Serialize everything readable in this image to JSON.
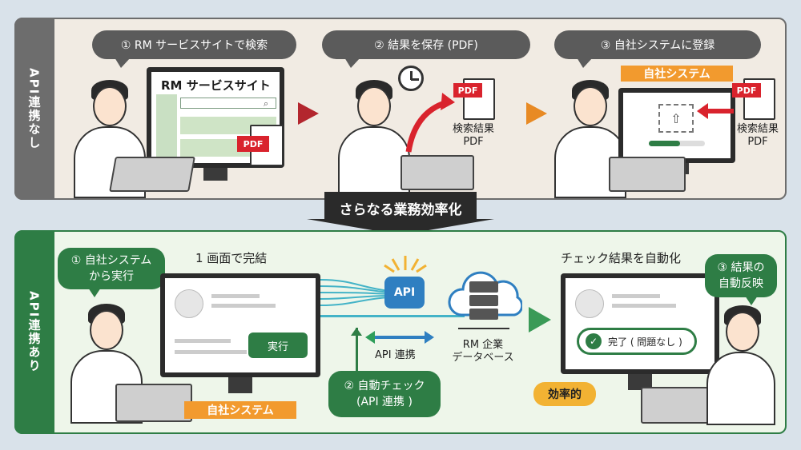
{
  "top": {
    "side_label": "API連携なし",
    "step1": "① RM サービスサイトで検索",
    "step2": "② 結果を保存 (PDF)",
    "step3": "③ 自社システムに登録",
    "site_title": "RM サービスサイト",
    "pdf_tag": "PDF",
    "saved_label_line1": "検索結果",
    "saved_label_line2": "PDF",
    "own_system_label": "自社システム",
    "file_label_line1": "検索結果",
    "file_label_line2": "PDF"
  },
  "banner": {
    "text": "さらなる業務効率化"
  },
  "bottom": {
    "side_label": "API連携あり",
    "bubble1_line1": "① 自社システム",
    "bubble1_line2": "から実行",
    "one_screen_title": "1 画面で完結",
    "execute_button": "実行",
    "own_system_label": "自社システム",
    "api_label": "API",
    "api_link_label": "API 連携",
    "db_label_line1": "RM 企業",
    "db_label_line2": "データベース",
    "auto_check_line1": "② 自動チェック",
    "auto_check_line2": "(API 連携 )",
    "auto_title": "チェック結果を自動化",
    "bubble3_line1": "③ 結果の",
    "bubble3_line2": "自動反映",
    "complete_text": "完了 ( 問題なし )",
    "efficient_label": "効率的"
  },
  "colors": {
    "green": "#2e7d45",
    "gray": "#5b5b5b",
    "orange": "#f29a2e",
    "red": "#d9232d",
    "api_blue": "#2f7fc1"
  }
}
